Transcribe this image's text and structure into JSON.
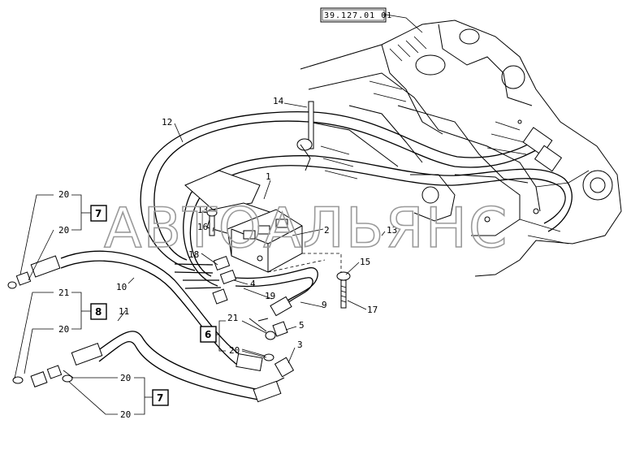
{
  "reference": "39.127.01 01",
  "watermark": "АВТОАЛЬЯНС",
  "callouts": {
    "c1": "1",
    "c2": "2",
    "c3": "3",
    "c4": "4",
    "c5": "5",
    "c9": "9",
    "c10": "10",
    "c11": "11",
    "c12": "12",
    "c13": "13",
    "c14": "14",
    "c15": "15",
    "c16": "16",
    "c17": "17",
    "c18": "18",
    "c19": "19",
    "c21a": "21",
    "c20c": "20",
    "c21b": "21",
    "c20a": "20",
    "c20b": "20",
    "c20d": "20",
    "c20e": "20",
    "c20f": "20",
    "c13b": "13"
  },
  "kits": {
    "k6": "6",
    "k7a": "7",
    "k8": "8",
    "k7b": "7"
  }
}
